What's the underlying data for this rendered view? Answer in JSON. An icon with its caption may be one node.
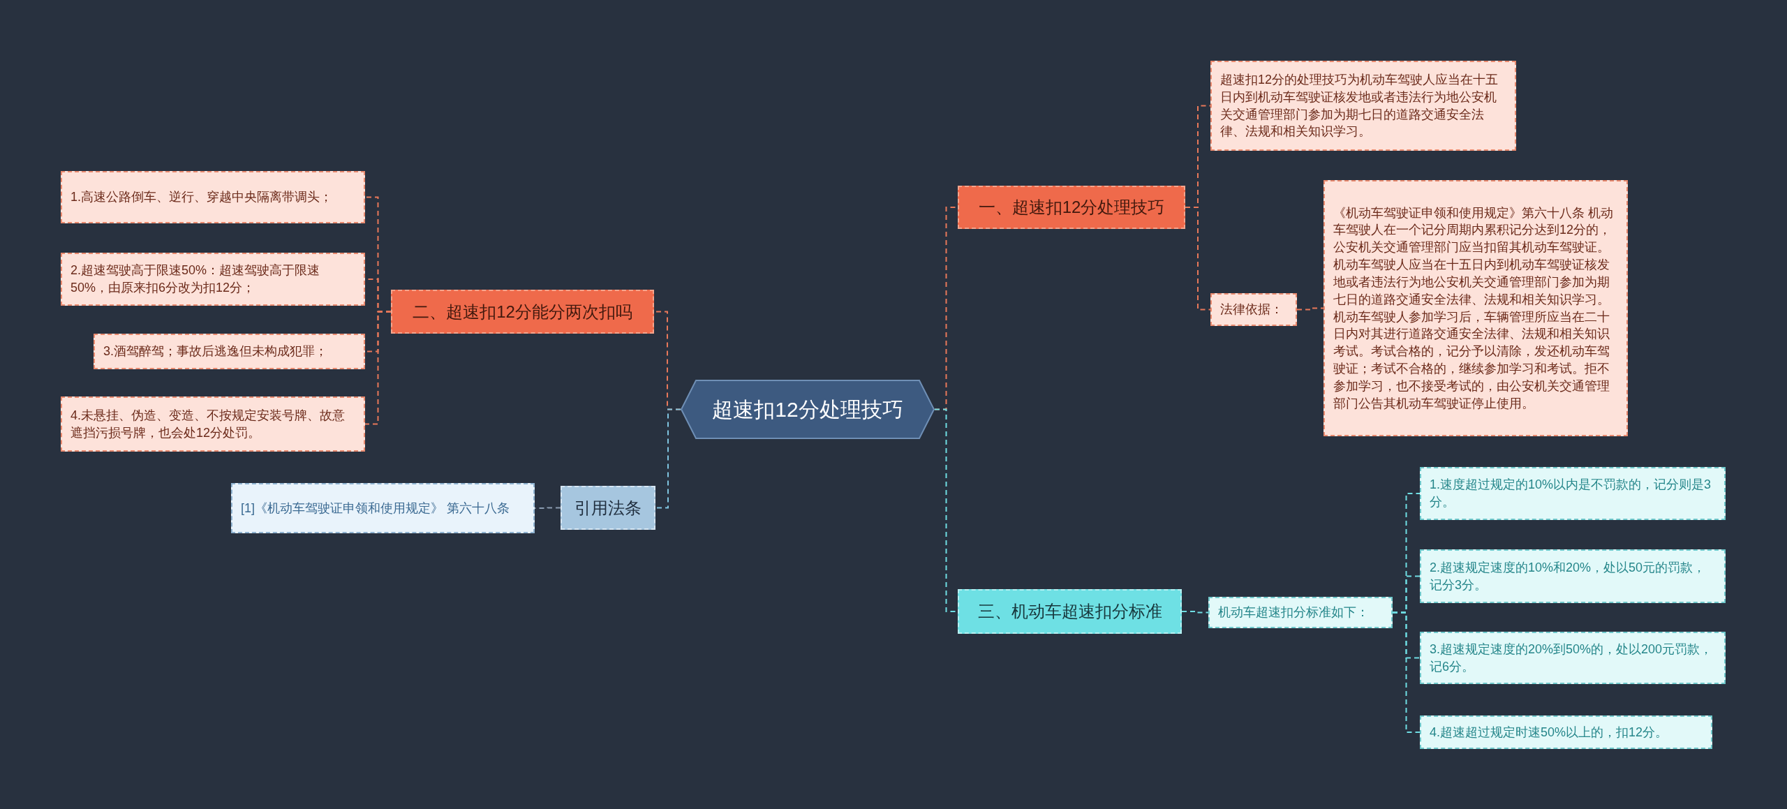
{
  "diagram": {
    "nodes": [
      {
        "text": [
          "超速扣12分处理技巧"
        ]
      },
      {
        "text": [
          "一、超速扣12分处理技巧"
        ]
      },
      {
        "text": [
          "超速扣12分的处理技巧为机动车驾驶人应当在十五日内到机动车驾驶证核发地或者违法行为地公安机关交通管理部门参加为期七日的道路交通安全法律、法规和相关知识学习。"
        ]
      },
      {
        "text": [
          "法律依据："
        ]
      },
      {
        "text": [
          "《机动车驾驶证申领和使用规定》第六十八条 机动车驾驶人在一个记分周期内累积记分达到12分的，公安机关交通管理部门应当扣留其机动车驾驶证。机动车驾驶人应当在十五日内到机动车驾驶证核发地或者违法行为地公安机关交通管理部门参加为期七日的道路交通安全法律、法规和相关知识学习。机动车驾驶人参加学习后，车辆管理所应当在二十日内对其进行道路交通安全法律、法规和相关知识考试。考试合格的，记分予以清除，发还机动车驾驶证；考试不合格的，继续参加学习和考试。拒不参加学习，也不接受考试的，由公安机关交通管理部门公告其机动车驾驶证停止使用。"
        ]
      },
      {
        "text": [
          "二、超速扣12分能分两次扣吗"
        ]
      },
      {
        "text": [
          "1.高速公路倒车、逆行、穿越中央隔离带调头；"
        ]
      },
      {
        "text": [
          "2.超速驾驶高于限速50%：超速驾驶高于限速50%，由原来扣6分改为扣12分；"
        ]
      },
      {
        "text": [
          "3.酒驾醉驾；事故后逃逸但未构成犯罪；"
        ]
      },
      {
        "text": [
          "4.未悬挂、伪造、变造、不按规定安装号牌、故意遮挡污损号牌，也会处12分处罚。"
        ]
      },
      {
        "text": [
          "引用法条"
        ]
      },
      {
        "text": [
          "[1]《机动车驾驶证申领和使用规定》 第六十八条"
        ]
      },
      {
        "text": [
          "三、机动车超速扣分标准"
        ]
      },
      {
        "text": [
          "机动车超速扣分标准如下："
        ]
      },
      {
        "text": [
          "1.速度超过规定的10%以内是不罚款的，记分则是3分。"
        ]
      },
      {
        "text": [
          "2.超速规定速度的10%和20%，处以50元的罚款，记分3分。"
        ]
      },
      {
        "text": [
          "3.超速规定速度的20%到50%的，处以200元罚款，记6分。"
        ]
      },
      {
        "text": [
          "4.超速超过规定时速50%以上的，扣12分。"
        ]
      }
    ],
    "edges": [
      {
        "from": 0,
        "to": 1,
        "arrow": "none"
      },
      {
        "from": 1,
        "to": 2,
        "arrow": "none"
      },
      {
        "from": 1,
        "to": 3,
        "arrow": "none"
      },
      {
        "from": 3,
        "to": 4,
        "arrow": "none"
      },
      {
        "from": 0,
        "to": 5,
        "arrow": "none"
      },
      {
        "from": 5,
        "to": 6,
        "arrow": "none"
      },
      {
        "from": 5,
        "to": 7,
        "arrow": "none"
      },
      {
        "from": 5,
        "to": 8,
        "arrow": "none"
      },
      {
        "from": 5,
        "to": 9,
        "arrow": "none"
      },
      {
        "from": 0,
        "to": 10,
        "arrow": "none",
        "color": "#7fc4e0"
      },
      {
        "from": 10,
        "to": 11,
        "arrow": "none",
        "color": "#8a9bb0"
      },
      {
        "from": 0,
        "to": 12,
        "arrow": "none",
        "color": "#6fdde3"
      },
      {
        "from": 12,
        "to": 13,
        "arrow": "none",
        "color": "#6fdde3"
      },
      {
        "from": 13,
        "to": 14,
        "arrow": "none",
        "color": "#6fdde3"
      },
      {
        "from": 13,
        "to": 15,
        "arrow": "none",
        "color": "#6fdde3"
      },
      {
        "from": 13,
        "to": 16,
        "arrow": "none",
        "color": "#6fdde3"
      },
      {
        "from": 13,
        "to": 17,
        "arrow": "none",
        "color": "#6fdde3"
      }
    ]
  }
}
